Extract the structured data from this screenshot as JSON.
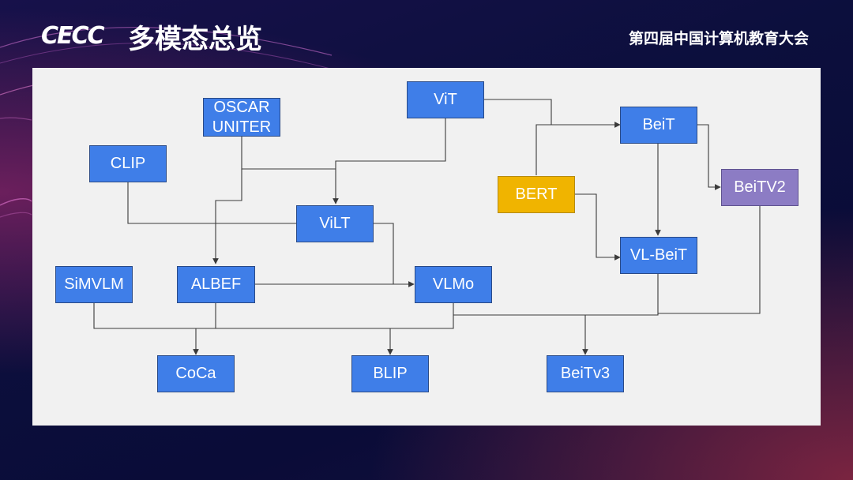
{
  "header": {
    "logo_text": "CECC",
    "title": "多模态总览",
    "conference": "第四届中国计算机教育大会"
  },
  "diagram": {
    "nodes": {
      "vit": "ViT",
      "oscar": "OSCAR",
      "uniter": "UNITER",
      "clip": "CLIP",
      "beit": "BeiT",
      "bert": "BERT",
      "beitv2": "BeiTV2",
      "vilt": "ViLT",
      "simvlm": "SiMVLM",
      "albef": "ALBEF",
      "vlmo": "VLMo",
      "vlbeit": "VL-BeiT",
      "coca": "CoCa",
      "blip": "BLIP",
      "beitv3": "BeiTv3"
    },
    "colors": {
      "default": "#3f7ee8",
      "bert": "#f0b400",
      "beitv2": "#8c7cc4",
      "panel": "#f1f1f1",
      "connector": "#3a3a3a"
    }
  }
}
